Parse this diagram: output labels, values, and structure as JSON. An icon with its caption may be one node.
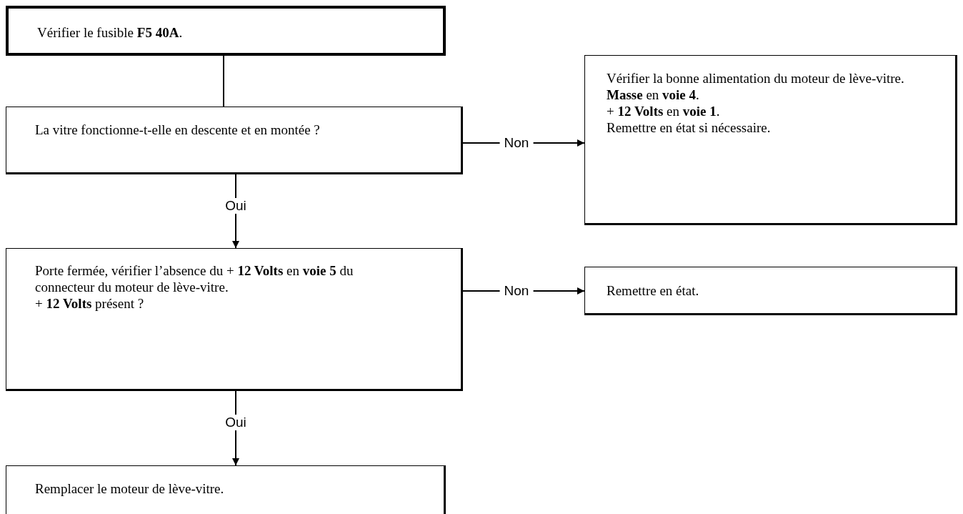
{
  "diagram": {
    "nodes": [
      {
        "text": [
          "Vérifier le fusible **F5 40A**."
        ]
      },
      {
        "text": [
          "La vitre fonctionne-t-elle en descente et en montée ?"
        ]
      },
      {
        "text": [
          "Porte fermée, vérifier l’absence du + **12 Volts** en **voie 5** du connecteur du moteur de lève-vitre.",
          "+ **12 Volts** présent ?"
        ]
      },
      {
        "text": [
          "Vérifier la bonne alimentation du moteur de lève-vitre.",
          "**Masse** en **voie 4**.",
          "+ **12 Volts** en **voie 1**.",
          "Remettre en état si nécessaire."
        ]
      },
      {
        "text": [
          "Remettre en état."
        ]
      },
      {
        "text": [
          "Remplacer le moteur de lève-vitre."
        ]
      }
    ],
    "edges": [
      {
        "from": 0,
        "to": 1,
        "arrow": "none"
      },
      {
        "from": 1,
        "to": 3,
        "arrow": "to",
        "label": "Non"
      },
      {
        "from": 1,
        "to": 2,
        "arrow": "to",
        "label": "Oui"
      },
      {
        "from": 2,
        "to": 4,
        "arrow": "to",
        "label": "Non"
      },
      {
        "from": 2,
        "to": 5,
        "arrow": "to",
        "label": "Oui"
      }
    ]
  }
}
